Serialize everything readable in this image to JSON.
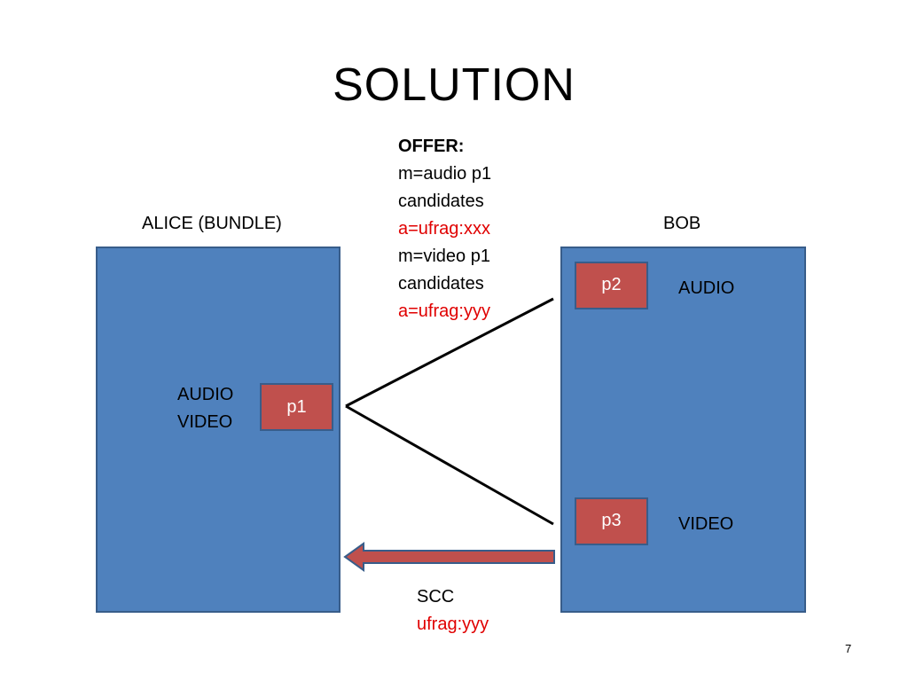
{
  "title": "SOLUTION",
  "offer": {
    "heading": "OFFER:",
    "lines": [
      {
        "text": "m=audio p1",
        "color": "#000000"
      },
      {
        "text": "candidates",
        "color": "#000000"
      },
      {
        "text": "a=ufrag:xxx",
        "color": "#e00000"
      },
      {
        "text": "m=video p1",
        "color": "#000000"
      },
      {
        "text": "candidates",
        "color": "#000000"
      },
      {
        "text": "a=ufrag:yyy",
        "color": "#e00000"
      }
    ]
  },
  "alice": {
    "label": "ALICE (BUNDLE)",
    "media_lines": [
      "AUDIO",
      "VIDEO"
    ],
    "port": "p1"
  },
  "bob": {
    "label": "BOB",
    "port_audio": "p2",
    "label_audio": "AUDIO",
    "port_video": "p3",
    "label_video": "VIDEO"
  },
  "scc": {
    "label": "SCC",
    "ufrag": "ufrag:yyy"
  },
  "colors": {
    "panel": "#4f81bd",
    "panel_border": "#385d8a",
    "port": "#c0504d",
    "highlight": "#e00000"
  },
  "slide_number": "7"
}
